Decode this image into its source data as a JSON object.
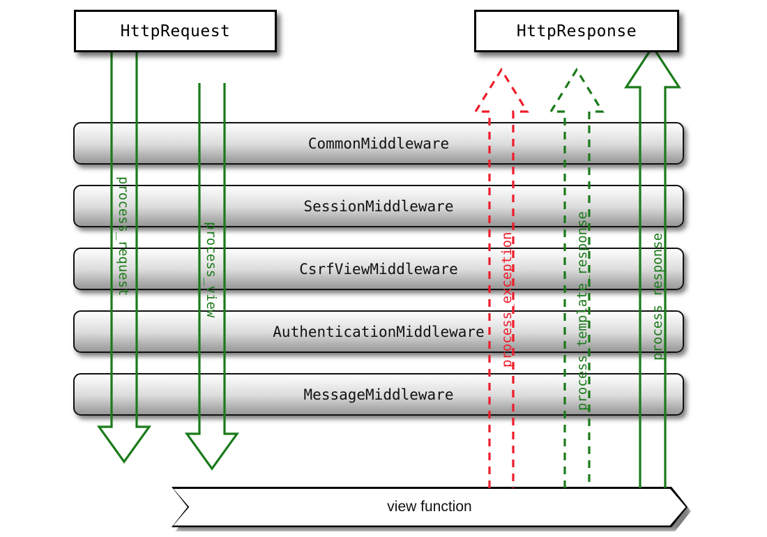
{
  "diagram": {
    "title_request": "HttpRequest",
    "title_response": "HttpResponse",
    "view_function": "view function",
    "colors": {
      "green": "#1a7a1a",
      "red": "#ee1c2a",
      "bar_border": "#111111",
      "background": "#ffffff"
    }
  },
  "middleware": [
    {
      "name": "CommonMiddleware"
    },
    {
      "name": "SessionMiddleware"
    },
    {
      "name": "CsrfViewMiddleware"
    },
    {
      "name": "AuthenticationMiddleware"
    },
    {
      "name": "MessageMiddleware"
    }
  ],
  "flows": [
    {
      "label": "process_request",
      "color": "#1a7a1a",
      "style": "solid",
      "direction": "down"
    },
    {
      "label": "process_view",
      "color": "#1a7a1a",
      "style": "solid",
      "direction": "down"
    },
    {
      "label": "process_exception",
      "color": "#ee1c2a",
      "style": "dashed",
      "direction": "up"
    },
    {
      "label": "process_template_response",
      "color": "#1a7a1a",
      "style": "dashed",
      "direction": "up"
    },
    {
      "label": "process_response",
      "color": "#1a7a1a",
      "style": "solid",
      "direction": "up"
    }
  ]
}
